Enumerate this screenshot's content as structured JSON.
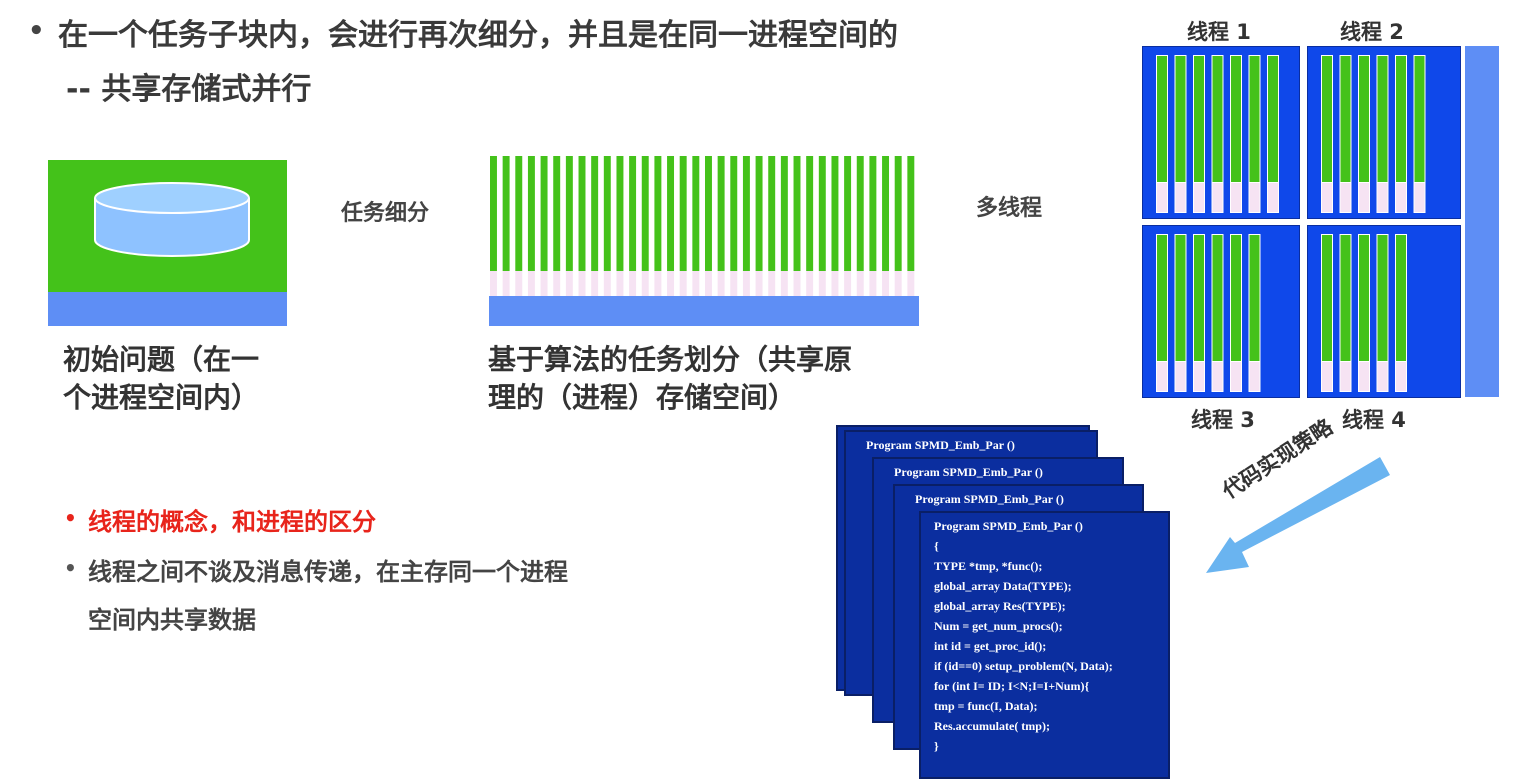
{
  "title": {
    "line1": "在一个任务子块内，会进行再次细分，并且是在同一进程空间的",
    "line2": "-- 共享存储式并行",
    "bullet": "•"
  },
  "arrows": {
    "subdivide_label": "任务细分",
    "multithread_label": "多线程"
  },
  "captions": {
    "initial_line1": "初始问题（在一",
    "initial_line2": "个进程空间内）",
    "partition_line1": "基于算法的任务划分（共享原",
    "partition_line2": "理的（进程）存储空间）"
  },
  "threads": [
    "线程 1",
    "线程 2",
    "线程 3",
    "线程 4"
  ],
  "code_strategy_label": "代码实现策略",
  "code": {
    "header": "Program SPMD_Emb_Par ()",
    "lines": [
      "Program SPMD_Emb_Par ()",
      "{",
      "TYPE *tmp, *func();",
      "global_array Data(TYPE);",
      "global_array Res(TYPE);",
      "Num = get_num_procs();",
      "int id = get_proc_id();",
      "if (id==0) setup_problem(N, Data);",
      "for (int I= ID; I<N;I=I+Num){",
      "tmp = func(I, Data);",
      "Res.accumulate( tmp);",
      "}"
    ]
  },
  "notes": {
    "bullet": "•",
    "note1": "线程的概念，和进程的区分",
    "note2_line1": "线程之间不谈及消息传递，在主存同一个进程",
    "note2_line2": "空间内共享数据"
  },
  "colors": {
    "green": "#44c21a",
    "blue_light": "#5e8ef5",
    "blue_thread": "#0f48ea",
    "pink": "#f6e3f3",
    "code_bg": "#0b2e9f",
    "note_red": "#e8241b"
  }
}
